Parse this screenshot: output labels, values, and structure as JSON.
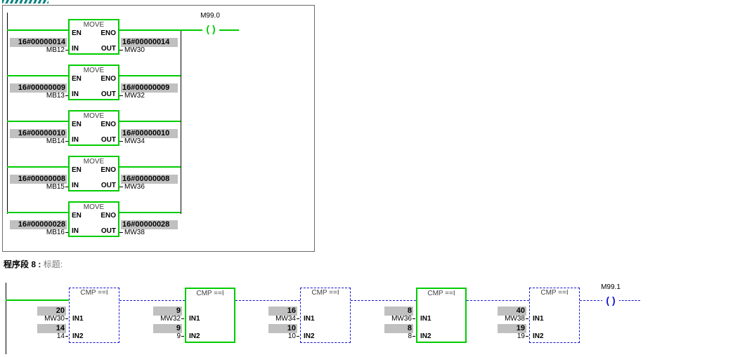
{
  "colors": {
    "green": "#00cc00",
    "blue": "#1414d2",
    "silver": "#c0c0c0",
    "border_gray": "#6a6a6a",
    "title_gray": "#3f3f3f",
    "teal": "#008080"
  },
  "glyphs": {
    "coil": "( )"
  },
  "network7": {
    "move_labels": {
      "title": "MOVE",
      "en": "EN",
      "eno": "ENO",
      "in": "IN",
      "out": "OUT"
    },
    "coil_label": "M99.0",
    "move_blocks": [
      {
        "in_value": "16#00000014",
        "in_operand": "MB12",
        "out_value": "16#00000014",
        "out_operand": "MW30"
      },
      {
        "in_value": "16#00000009",
        "in_operand": "MB13",
        "out_value": "16#00000009",
        "out_operand": "MW32"
      },
      {
        "in_value": "16#00000010",
        "in_operand": "MB14",
        "out_value": "16#00000010",
        "out_operand": "MW34"
      },
      {
        "in_value": "16#00000008",
        "in_operand": "MB15",
        "out_value": "16#00000008",
        "out_operand": "MW36"
      },
      {
        "in_value": "16#00000028",
        "in_operand": "MB16",
        "out_value": "16#00000028",
        "out_operand": "MW38"
      }
    ]
  },
  "network8": {
    "header": {
      "name": "程序段 8 :",
      "title": "标题:"
    },
    "cmp_labels": {
      "title": "CMP ==I",
      "in1": "IN1",
      "in2": "IN2"
    },
    "coil_label": "M99.1",
    "cmp_blocks": [
      {
        "state": "inactive",
        "in1_value": "20",
        "in1_operand": "MW30",
        "in2_value": "14",
        "in2_operand": "14"
      },
      {
        "state": "active",
        "in1_value": "9",
        "in1_operand": "MW32",
        "in2_value": "9",
        "in2_operand": "9"
      },
      {
        "state": "inactive",
        "in1_value": "16",
        "in1_operand": "MW34",
        "in2_value": "10",
        "in2_operand": "10"
      },
      {
        "state": "active",
        "in1_value": "8",
        "in1_operand": "MW36",
        "in2_value": "8",
        "in2_operand": "8"
      },
      {
        "state": "inactive",
        "in1_value": "40",
        "in1_operand": "MW38",
        "in2_value": "19",
        "in2_operand": "19"
      }
    ]
  }
}
